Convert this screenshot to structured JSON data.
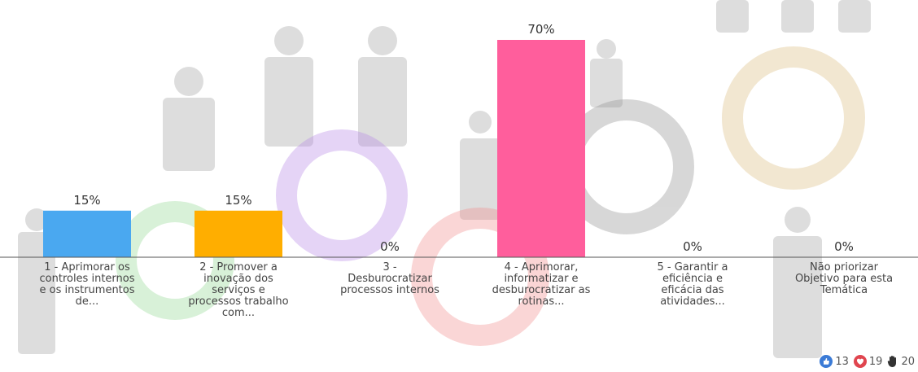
{
  "chart_data": {
    "type": "bar",
    "categories": [
      "1 - Aprimorar os\ncontroles internos\ne os instrumentos\nde...",
      "2 - Promover a\ninovação dos\nserviços e\nprocessos trabalho\ncom...",
      "3 -\nDesburocratizar\nprocessos internos",
      "4 - Aprimorar,\ninformatizar e\ndesburocratizar as\nrotinas...",
      "5 - Garantir a\neficiência e\neficácia das\natividades...",
      "Não priorizar\nObjetivo para esta\nTemática"
    ],
    "values": [
      15,
      15,
      0,
      70,
      0,
      0
    ],
    "value_labels": [
      "15%",
      "15%",
      "0%",
      "70%",
      "0%",
      "0%"
    ],
    "colors": [
      "#4AA8F0",
      "#FFAE00",
      "#999999",
      "#FF5E9C",
      "#999999",
      "#999999"
    ],
    "ylim": [
      0,
      70
    ],
    "grid": false,
    "legend": "none"
  },
  "reactions": {
    "likes": "13",
    "hearts": "19",
    "raised_hands": "20"
  }
}
